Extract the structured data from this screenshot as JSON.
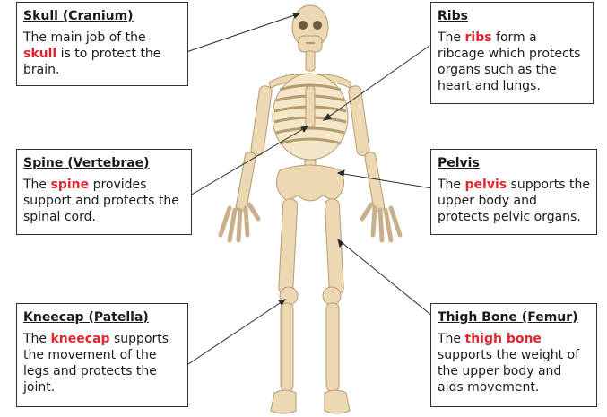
{
  "accent_color": "#e0262b",
  "bone_color": "#ecd9b4",
  "labels": {
    "skull": {
      "title": "Skull (Cranium)",
      "pre": "The main job of the ",
      "highlight": "skull",
      "post": " is to protect the brain."
    },
    "ribs": {
      "title": "Ribs",
      "pre": "The ",
      "highlight": "ribs",
      "post": " form a ribcage which protects organs such as the heart and lungs."
    },
    "spine": {
      "title": "Spine (Vertebrae)",
      "pre": "The ",
      "highlight": "spine",
      "post": " provides support and protects the spinal cord."
    },
    "pelvis": {
      "title": "Pelvis",
      "pre": "The ",
      "highlight": "pelvis",
      "post": " supports the upper body and protects pelvic organs."
    },
    "kneecap": {
      "title": "Kneecap (Patella)",
      "pre": "The ",
      "highlight": "kneecap",
      "post": " supports the movement of the legs and protects the joint."
    },
    "thigh": {
      "title": "Thigh Bone (Femur)",
      "pre": "The ",
      "highlight": "thigh bone",
      "post": " supports the weight of the upper body and aids movement."
    }
  }
}
